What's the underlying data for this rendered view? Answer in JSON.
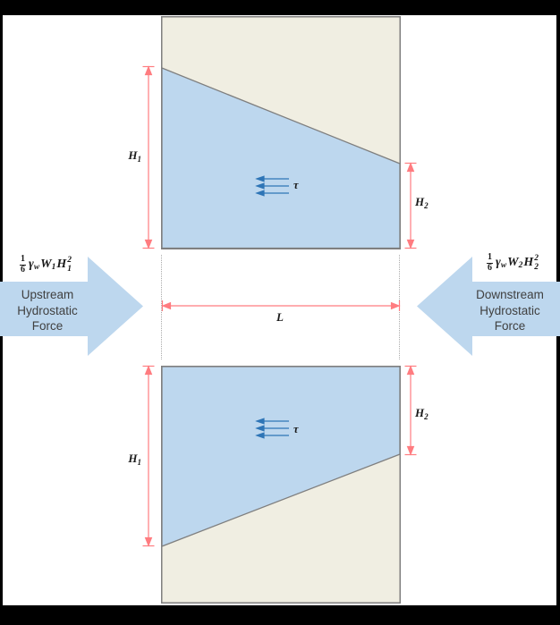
{
  "colors": {
    "frame_background": "#000000",
    "canvas_background": "#FFFFFF",
    "wall_fill": "#F0EEE2",
    "water_pressure_fill": "#BDD7EE",
    "outline_gray": "#7F7F7F",
    "dimension_red": "#FF7C80",
    "shear_arrow_blue": "#2E75B6",
    "label_text": "#404040",
    "math_text": "#1A1A1A"
  },
  "upstream": {
    "formula": {
      "num": "1",
      "den": "6",
      "gamma": "γ",
      "gamma_sub": "w",
      "W": "W",
      "W_sub": "1",
      "H": "H",
      "H_sub": "1",
      "H_sup": "2"
    },
    "label_line1": "Upstream",
    "label_line2": "Hydrostatic",
    "label_line3": "Force"
  },
  "downstream": {
    "formula": {
      "num": "1",
      "den": "6",
      "gamma": "γ",
      "gamma_sub": "w",
      "W": "W",
      "W_sub": "2",
      "H": "H",
      "H_sub": "2",
      "H_sup": "2"
    },
    "label_line1": "Downstream",
    "label_line2": "Hydrostatic",
    "label_line3": "Force"
  },
  "dimensions": {
    "H": "H",
    "H1_sub": "1",
    "H2_sub": "2",
    "L": "L",
    "tau": "τ"
  }
}
